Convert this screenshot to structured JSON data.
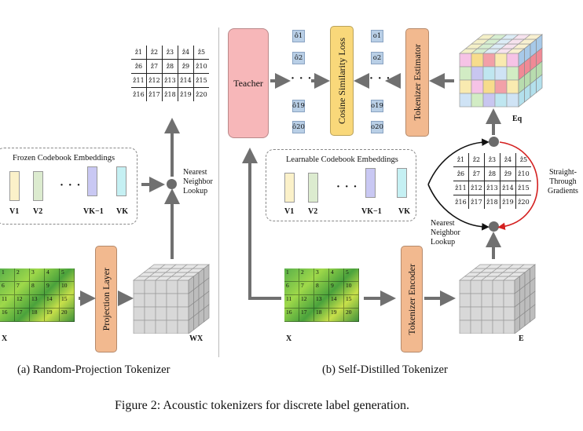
{
  "left": {
    "caption": "(a) Random-Projection Tokenizer",
    "codebook_title": "Frozen Codebook Embeddings",
    "projection_label": "Projection Layer",
    "input_label": "X",
    "output_label": "WX",
    "nearest_label": "Nearest\nNeighbor\nLookup",
    "dots": "· · ·",
    "emb_labels": [
      "V1",
      "V2",
      "VK−1",
      "VK"
    ]
  },
  "right": {
    "caption": "(b) Self-Distilled Tokenizer",
    "teacher_label": "Teacher",
    "loss_label": "Cosine Similarity Loss",
    "estimator_label": "Tokenizer Estimator",
    "encoder_label": "Tokenizer Encoder",
    "codebook_title": "Learnable Codebook Embeddings",
    "nearest_label": "Nearest\nNeighbor\nLookup",
    "straight_label": "Straight-\nThrough\nGradients",
    "input_label": "X",
    "e_label": "E",
    "eq_label": "Eq",
    "dots": "· · ·",
    "emb_labels": [
      "V1",
      "V2",
      "VK−1",
      "VK"
    ],
    "teacher_outputs": [
      "ô1",
      "ô2",
      "ô19",
      "ô20"
    ],
    "estimator_outputs": [
      "o1",
      "o2",
      "o19",
      "o20"
    ]
  },
  "spectrogram_cells": [
    "1",
    "2",
    "3",
    "4",
    "5",
    "6",
    "7",
    "8",
    "9",
    "10",
    "11",
    "12",
    "13",
    "14",
    "15",
    "16",
    "17",
    "18",
    "19",
    "20"
  ],
  "code_cells": [
    "ẑ1",
    "ẑ2",
    "ẑ3",
    "ẑ4",
    "ẑ5",
    "ẑ6",
    "ẑ7",
    "ẑ8",
    "ẑ9",
    "ẑ10",
    "ẑ11",
    "ẑ12",
    "ẑ13",
    "ẑ14",
    "ẑ15",
    "ẑ16",
    "ẑ17",
    "ẑ18",
    "ẑ19",
    "ẑ20"
  ],
  "figure_caption": "Figure 2: Acoustic tokenizers for discrete label generation.",
  "colors": {
    "teacher": "#f7b7b9",
    "loss": "#f9d87a",
    "estimator": "#f2b98f",
    "projection": "#f2b98f",
    "encoder": "#f2b98f",
    "arrow": "#707070",
    "gradient": "#d42020"
  }
}
